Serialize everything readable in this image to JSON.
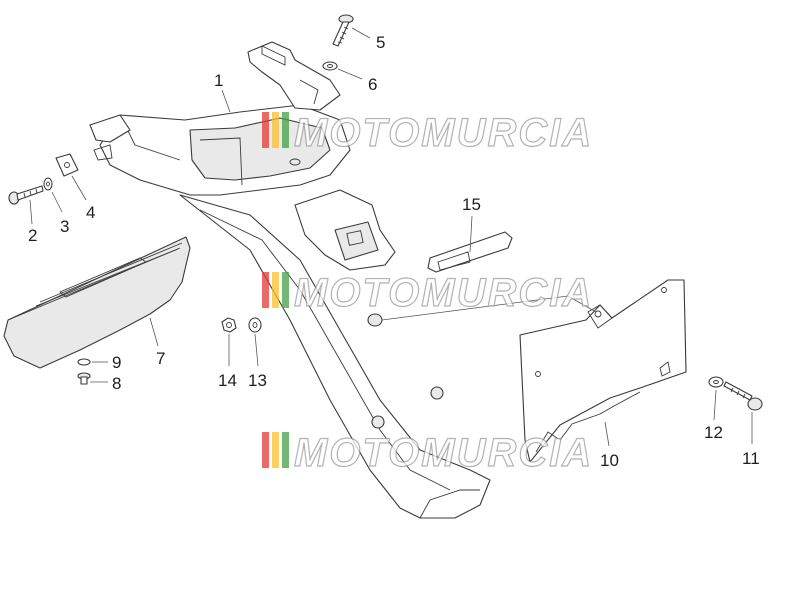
{
  "callouts": {
    "c1": "1",
    "c2": "2",
    "c3": "3",
    "c4": "4",
    "c5": "5",
    "c6": "6",
    "c7": "7",
    "c8": "8",
    "c9": "9",
    "c10": "10",
    "c11": "11",
    "c12": "12",
    "c13": "13",
    "c14": "14",
    "c15": "15"
  },
  "watermark": {
    "text": "MOTOMURCIA",
    "stripe_colors": [
      "#e53935",
      "#fbc02d",
      "#43a047"
    ]
  }
}
